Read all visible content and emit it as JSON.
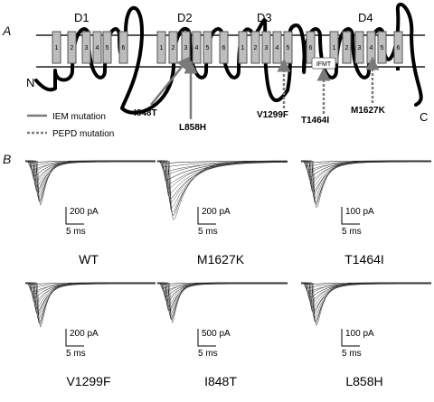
{
  "panel_a": {
    "letter": "A",
    "domains": [
      "D1",
      "D2",
      "D3",
      "D4"
    ],
    "segments": [
      "1",
      "2",
      "3",
      "4",
      "5",
      "6"
    ],
    "n_term": "N",
    "c_term": "C",
    "ifmt": "IFMT",
    "mutations": {
      "i848t": "I848T",
      "l858h": "L858H",
      "v1299f": "V1299F",
      "t1464i": "T1464I",
      "m1627k": "M1627K"
    },
    "legend": {
      "iem": "IEM mutation",
      "pepd": "PEPD mutation"
    }
  },
  "panel_b": {
    "letter": "B",
    "traces": [
      {
        "name": "WT",
        "current": "200 pA",
        "time": "5 ms"
      },
      {
        "name": "M1627K",
        "current": "200 pA",
        "time": "5 ms"
      },
      {
        "name": "T1464I",
        "current": "100 pA",
        "time": "5 ms"
      },
      {
        "name": "V1299F",
        "current": "200 pA",
        "time": "5 ms"
      },
      {
        "name": "I848T",
        "current": "500 pA",
        "time": "5 ms"
      },
      {
        "name": "L858H",
        "current": "100 pA",
        "time": "5 ms"
      }
    ]
  },
  "colors": {
    "membrane": "#555555",
    "segment_fill": "#bdbdbd",
    "arrow": "#7a7a7a",
    "chain": "#000000"
  }
}
